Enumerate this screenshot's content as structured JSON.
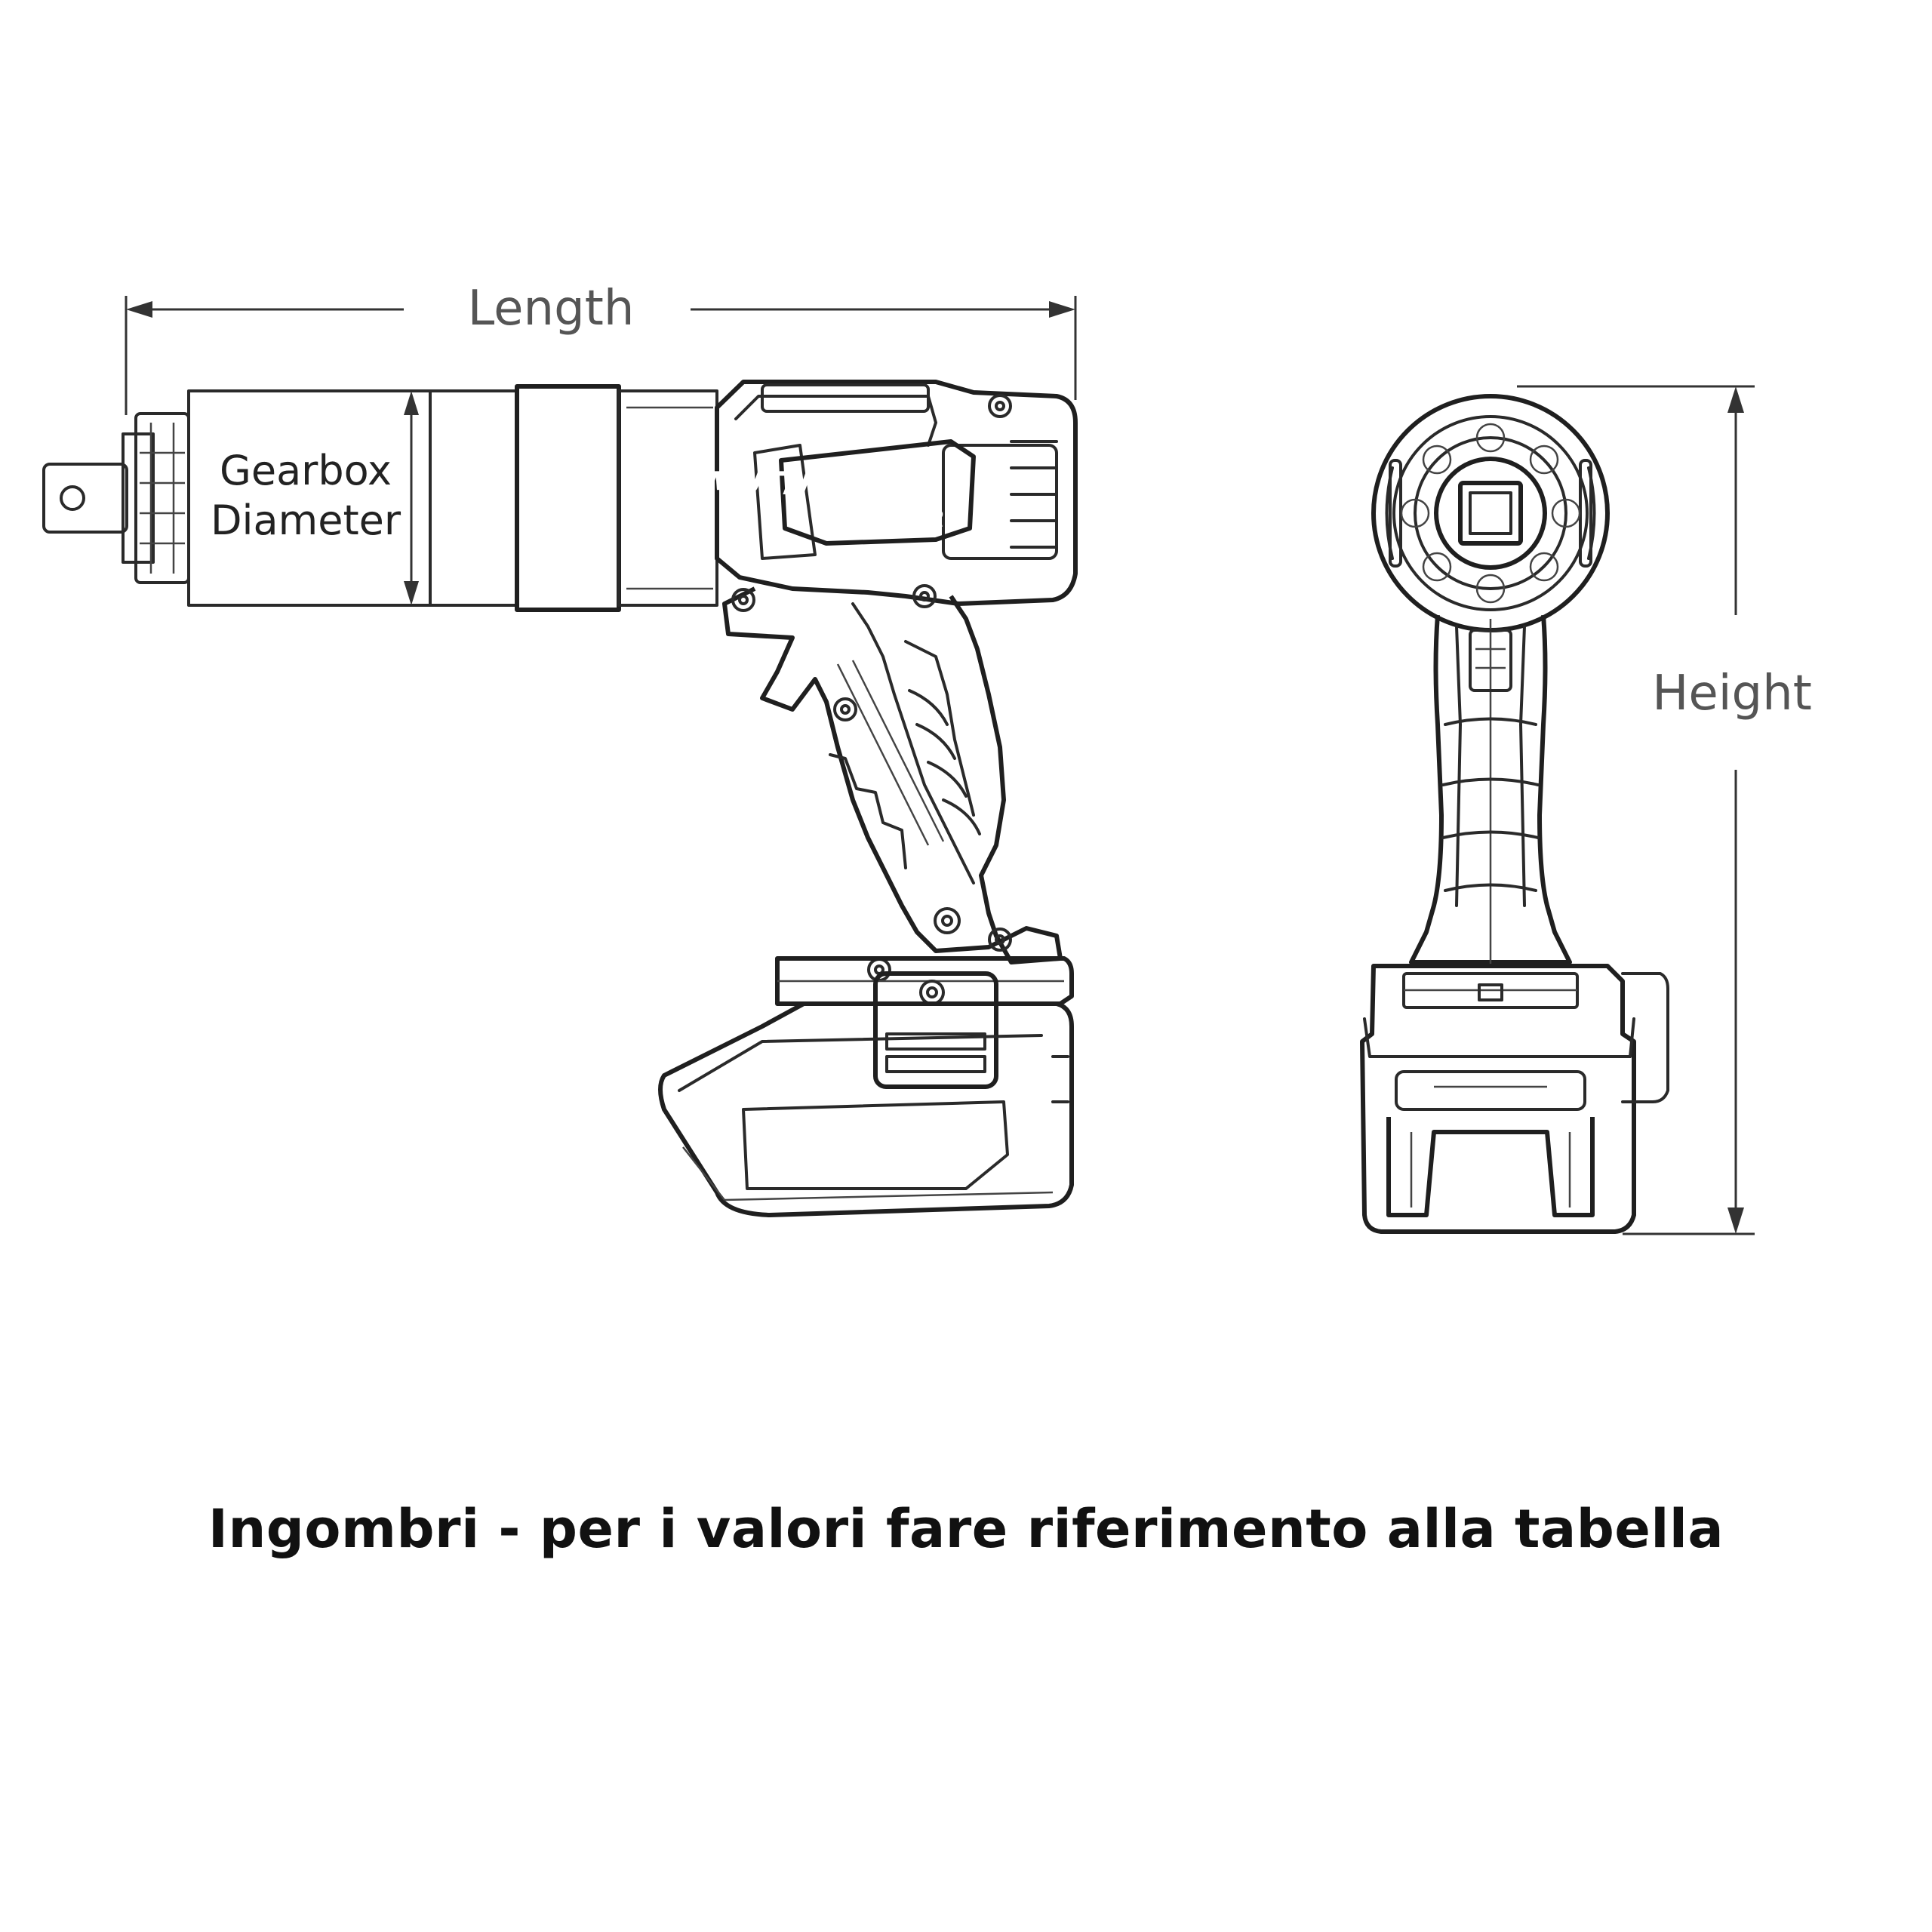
{
  "dimensions": {
    "length_label": "Length",
    "height_label": "Height",
    "gearbox_line1": "Gearbox",
    "gearbox_line2": "Diameter"
  },
  "brand": {
    "logo_top": "MUTHEL",
    "logo_bottom": "WIYOR"
  },
  "caption": "Ingombri - per i valori fare riferimento alla tabella",
  "colors": {
    "line": "#2a2a2a",
    "background": "#ffffff"
  }
}
